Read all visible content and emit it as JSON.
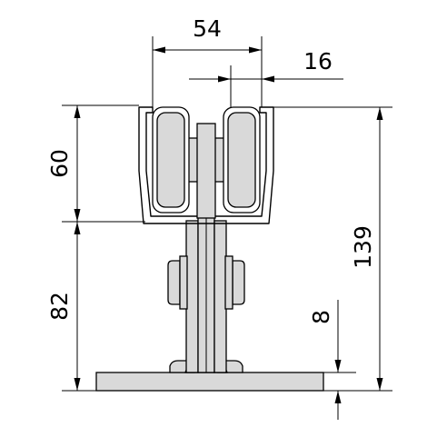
{
  "dimensions": {
    "top_width": "54",
    "wheel_offset": "16",
    "housing_height": "60",
    "stem_height": "82",
    "total_height": "139",
    "base_thickness": "8"
  }
}
